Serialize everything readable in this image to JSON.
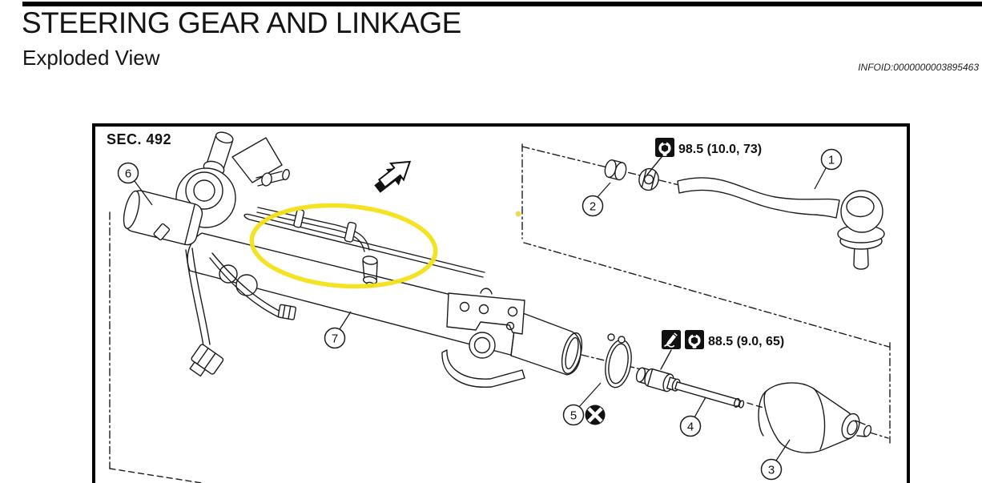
{
  "header": {
    "title": "STEERING GEAR AND LINKAGE",
    "subtitle": "Exploded View",
    "infoid": "INFOID:0000000003895463"
  },
  "figure": {
    "section_label": "SEC. 492",
    "callouts": [
      "1",
      "2",
      "3",
      "4",
      "5",
      "6",
      "7"
    ],
    "torque_specs": [
      {
        "value": "98.5 (10.0, 73)",
        "icons": [
          "torque-wrench-icon"
        ]
      },
      {
        "value": "88.5 (9.0, 65)",
        "icons": [
          "apply-fluid-icon",
          "torque-wrench-icon"
        ]
      }
    ],
    "symbols": [
      {
        "name": "do-not-reuse-icon",
        "meaning": "white X in black circle"
      },
      {
        "name": "front-direction-arrow-icon",
        "meaning": "3D arrow pointing up-right"
      }
    ],
    "colors": {
      "highlight_yellow": "#f2e117",
      "line": "#1c1c1c"
    }
  }
}
